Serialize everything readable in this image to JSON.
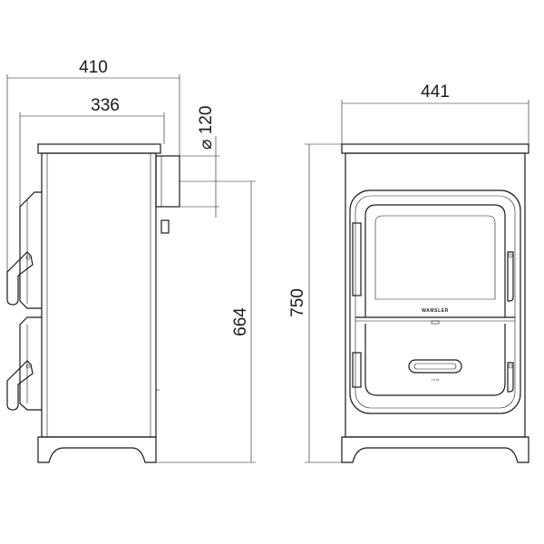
{
  "dimensions": {
    "side_total_width": "410",
    "side_body_width": "336",
    "flue_diameter": "⌀ 120",
    "flue_height": "664",
    "front_width": "441",
    "total_height": "750"
  },
  "brand_label": "WAMSLER",
  "control_label": "I  II  III"
}
